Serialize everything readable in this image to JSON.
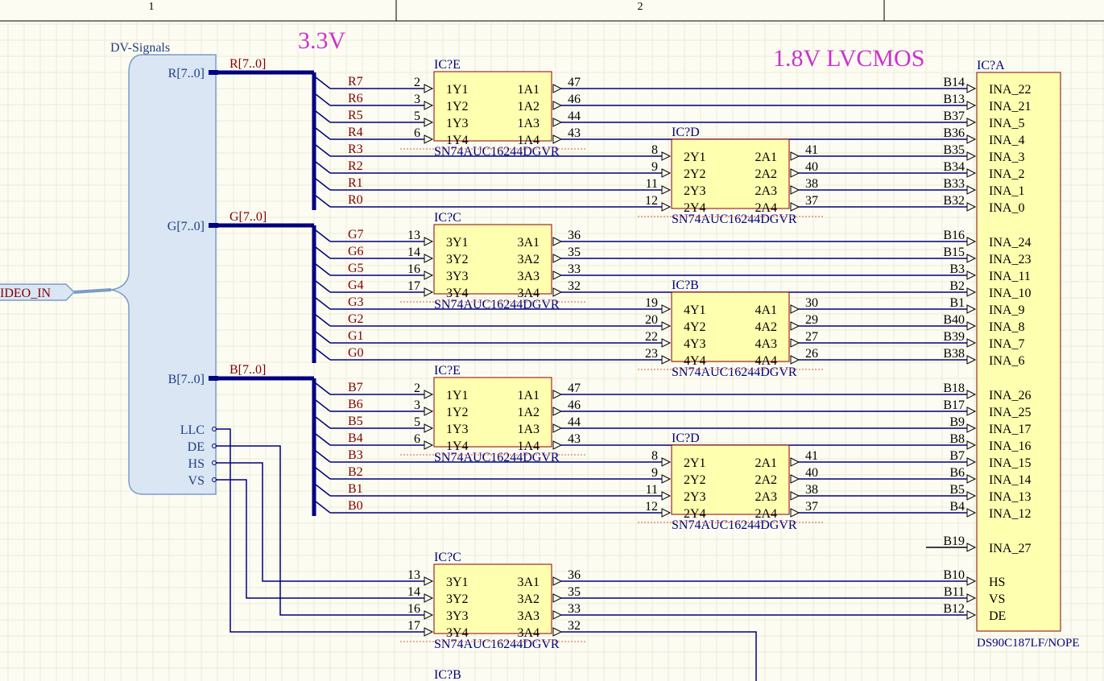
{
  "ruler": {
    "col1": "1",
    "col2": "2"
  },
  "titles": {
    "v33": "3.3V",
    "v18": "1.8V LVCMOS"
  },
  "harness": {
    "name": "DV-Signals",
    "port": "IDEO_IN",
    "entries": [
      "R[7..0]",
      "G[7..0]",
      "B[7..0]",
      "LLC",
      "DE",
      "HS",
      "VS"
    ]
  },
  "bus_labels": [
    "R[7..0]",
    "G[7..0]",
    "B[7..0]"
  ],
  "nets": {
    "R": [
      "R7",
      "R6",
      "R5",
      "R4",
      "R3",
      "R2",
      "R1",
      "R0"
    ],
    "G": [
      "G7",
      "G6",
      "G5",
      "G4",
      "G3",
      "G2",
      "G1",
      "G0"
    ],
    "B": [
      "B7",
      "B6",
      "B5",
      "B4",
      "B3",
      "B2",
      "B1",
      "B0"
    ]
  },
  "buffers": [
    {
      "ref": "IC?E",
      "part": "SN74AUC16244DGVR",
      "in": [
        "1Y1",
        "1Y2",
        "1Y3",
        "1Y4"
      ],
      "out": [
        "1A1",
        "1A2",
        "1A3",
        "1A4"
      ],
      "in_pins": [
        "2",
        "3",
        "5",
        "6"
      ],
      "out_pins": [
        "47",
        "46",
        "44",
        "43"
      ]
    },
    {
      "ref": "IC?D",
      "part": "SN74AUC16244DGVR",
      "in": [
        "2Y1",
        "2Y2",
        "2Y3",
        "2Y4"
      ],
      "out": [
        "2A1",
        "2A2",
        "2A3",
        "2A4"
      ],
      "in_pins": [
        "8",
        "9",
        "11",
        "12"
      ],
      "out_pins": [
        "41",
        "40",
        "38",
        "37"
      ]
    },
    {
      "ref": "IC?C",
      "part": "SN74AUC16244DGVR",
      "in": [
        "3Y1",
        "3Y2",
        "3Y3",
        "3Y4"
      ],
      "out": [
        "3A1",
        "3A2",
        "3A3",
        "3A4"
      ],
      "in_pins": [
        "13",
        "14",
        "16",
        "17"
      ],
      "out_pins": [
        "36",
        "35",
        "33",
        "32"
      ]
    },
    {
      "ref": "IC?B",
      "part": "SN74AUC16244DGVR",
      "in": [
        "4Y1",
        "4Y2",
        "4Y3",
        "4Y4"
      ],
      "out": [
        "4A1",
        "4A2",
        "4A3",
        "4A4"
      ],
      "in_pins": [
        "19",
        "20",
        "22",
        "23"
      ],
      "out_pins": [
        "30",
        "29",
        "27",
        "26"
      ]
    },
    {
      "ref": "IC?E",
      "part": "SN74AUC16244DGVR",
      "in": [
        "1Y1",
        "1Y2",
        "1Y3",
        "1Y4"
      ],
      "out": [
        "1A1",
        "1A2",
        "1A3",
        "1A4"
      ],
      "in_pins": [
        "2",
        "3",
        "5",
        "6"
      ],
      "out_pins": [
        "47",
        "46",
        "44",
        "43"
      ]
    },
    {
      "ref": "IC?D",
      "part": "SN74AUC16244DGVR",
      "in": [
        "2Y1",
        "2Y2",
        "2Y3",
        "2Y4"
      ],
      "out": [
        "2A1",
        "2A2",
        "2A3",
        "2A4"
      ],
      "in_pins": [
        "8",
        "9",
        "11",
        "12"
      ],
      "out_pins": [
        "41",
        "40",
        "38",
        "37"
      ]
    },
    {
      "ref": "IC?C",
      "part": "SN74AUC16244DGVR",
      "in": [
        "3Y1",
        "3Y2",
        "3Y3",
        "3Y4"
      ],
      "out": [
        "3A1",
        "3A2",
        "3A3",
        "3A4"
      ],
      "in_pins": [
        "13",
        "14",
        "16",
        "17"
      ],
      "out_pins": [
        "36",
        "35",
        "33",
        "32"
      ]
    }
  ],
  "bottom_ref": "IC?B",
  "serializer": {
    "ref": "IC?A",
    "part": "DS90C187LF/NOPE",
    "pins": [
      {
        "name": "INA_22",
        "num": "B14"
      },
      {
        "name": "INA_21",
        "num": "B13"
      },
      {
        "name": "INA_5",
        "num": "B37"
      },
      {
        "name": "INA_4",
        "num": "B36"
      },
      {
        "name": "INA_3",
        "num": "B35"
      },
      {
        "name": "INA_2",
        "num": "B34"
      },
      {
        "name": "INA_1",
        "num": "B33"
      },
      {
        "name": "INA_0",
        "num": "B32"
      },
      {
        "name": "INA_24",
        "num": "B16"
      },
      {
        "name": "INA_23",
        "num": "B15"
      },
      {
        "name": "INA_11",
        "num": "B3"
      },
      {
        "name": "INA_10",
        "num": "B2"
      },
      {
        "name": "INA_9",
        "num": "B1"
      },
      {
        "name": "INA_8",
        "num": "B40"
      },
      {
        "name": "INA_7",
        "num": "B39"
      },
      {
        "name": "INA_6",
        "num": "B38"
      },
      {
        "name": "INA_26",
        "num": "B18"
      },
      {
        "name": "INA_25",
        "num": "B17"
      },
      {
        "name": "INA_17",
        "num": "B9"
      },
      {
        "name": "INA_16",
        "num": "B8"
      },
      {
        "name": "INA_15",
        "num": "B7"
      },
      {
        "name": "INA_14",
        "num": "B6"
      },
      {
        "name": "INA_13",
        "num": "B5"
      },
      {
        "name": "INA_12",
        "num": "B4"
      },
      {
        "name": "INA_27",
        "num": "B19"
      },
      {
        "name": "HS",
        "num": "B10"
      },
      {
        "name": "VS",
        "num": "B11"
      },
      {
        "name": "DE",
        "num": "B12"
      }
    ]
  },
  "colors": {
    "wire": "#000080",
    "bus": "#000080",
    "net_label": "#800000",
    "title": "#cc33cc",
    "harness_fill": "#dbe6f5",
    "harness_stroke": "#7a9cc8",
    "chip_fill": "#ffffb0",
    "chip_stroke": "#8b0000",
    "ref_text": "#000080",
    "background": "#fcfcf2"
  }
}
